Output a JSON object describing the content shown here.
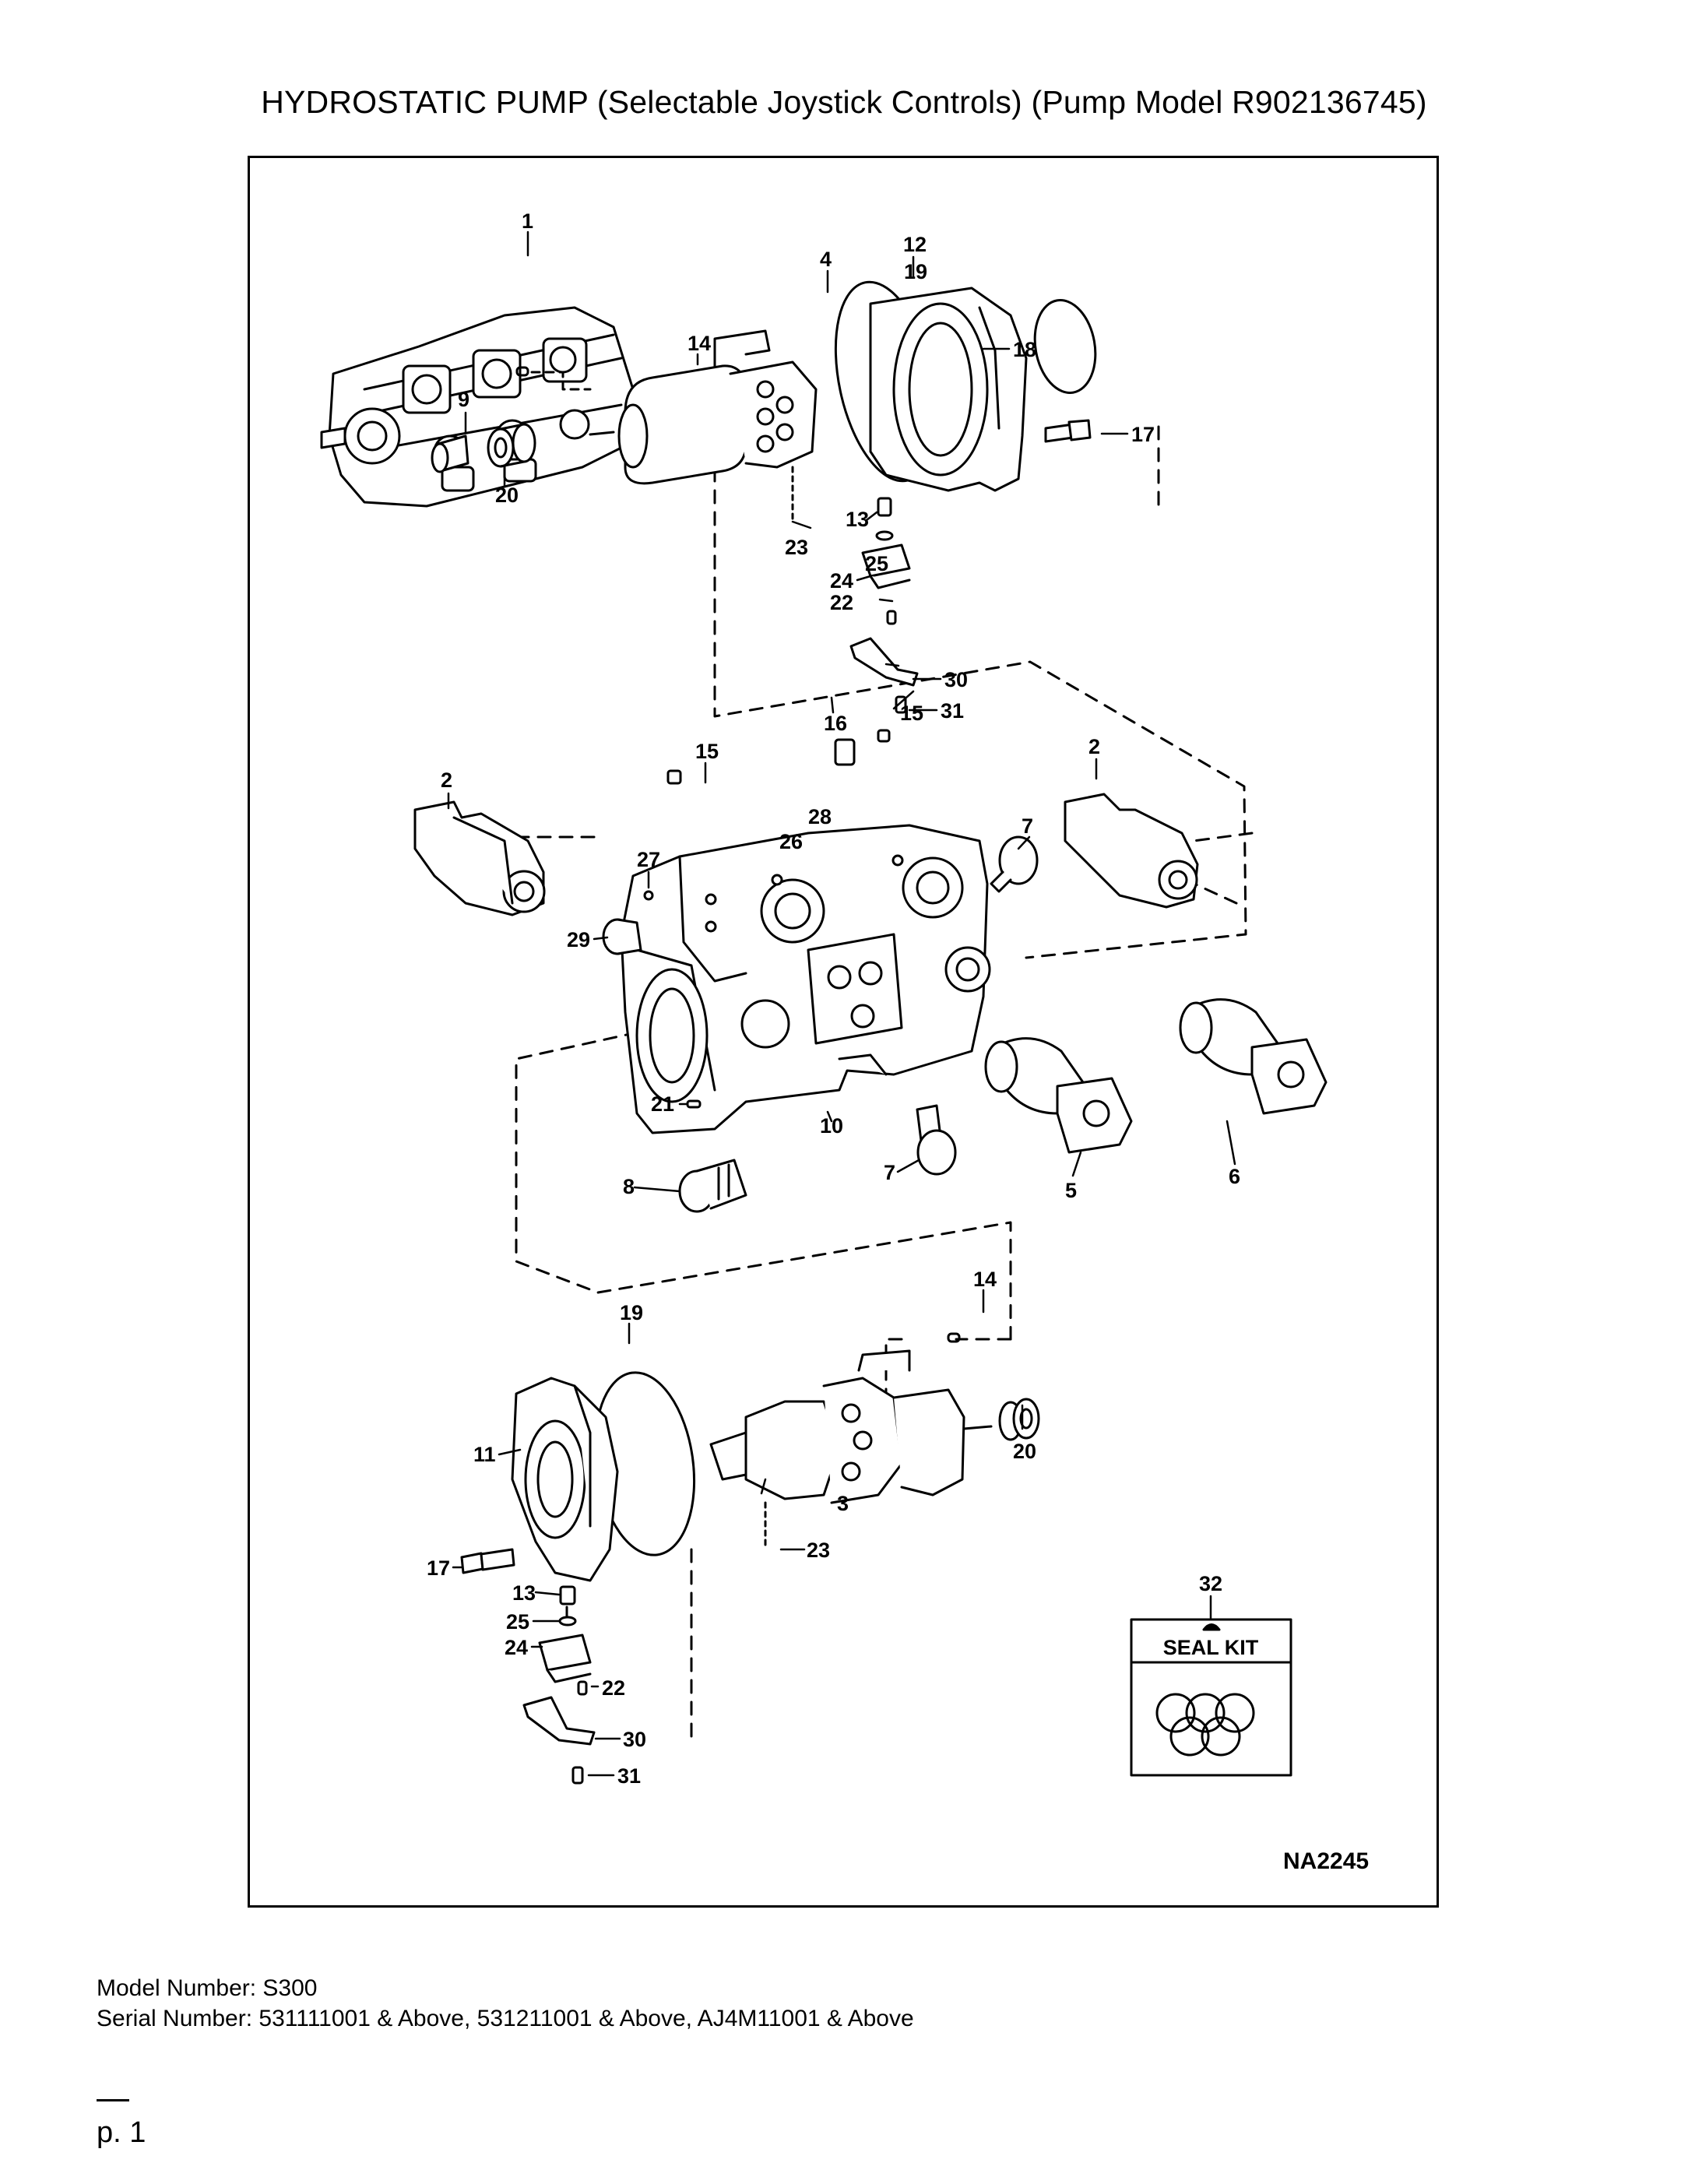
{
  "title": "HYDROSTATIC PUMP (Selectable Joystick Controls) (Pump Model R902136745)",
  "diagram": {
    "reference_code": "NA2245",
    "seal_kit": {
      "label": "SEAL KIT",
      "callout": "32"
    },
    "callouts": [
      "1",
      "2",
      "2",
      "3",
      "4",
      "5",
      "6",
      "7",
      "7",
      "8",
      "9",
      "10",
      "11",
      "12",
      "13",
      "13",
      "14",
      "14",
      "15",
      "15",
      "16",
      "17",
      "17",
      "18",
      "19",
      "19",
      "20",
      "20",
      "21",
      "22",
      "22",
      "23",
      "23",
      "24",
      "24",
      "25",
      "25",
      "26",
      "27",
      "28",
      "29",
      "30",
      "30",
      "31",
      "31",
      "32"
    ]
  },
  "footer": {
    "model": "Model Number: S300",
    "serial": "Serial Number: 531111001 & Above, 531211001 & Above, AJ4M11001 & Above"
  },
  "page": "p. 1"
}
